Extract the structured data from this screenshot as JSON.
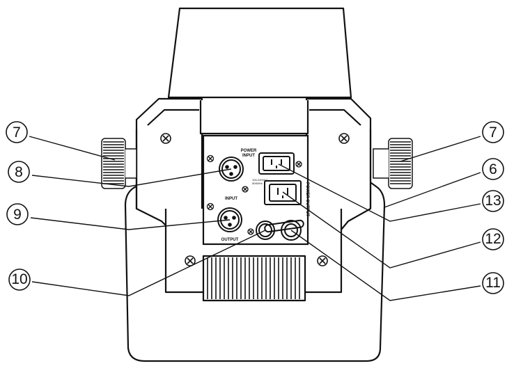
{
  "callouts": [
    {
      "id": "left-knob",
      "label": "7"
    },
    {
      "id": "input-xlr",
      "label": "8"
    },
    {
      "id": "output-xlr",
      "label": "9"
    },
    {
      "id": "fuse",
      "label": "10"
    },
    {
      "id": "right-knob",
      "label": "7"
    },
    {
      "id": "handle-frame",
      "label": "6"
    },
    {
      "id": "power-input",
      "label": "13"
    },
    {
      "id": "power-output",
      "label": "12"
    },
    {
      "id": "cable-clamp",
      "label": "11"
    }
  ],
  "panel_labels": {
    "power_input_line1": "POWER",
    "power_input_line2": "INPUT",
    "input": "INPUT",
    "output": "OUTPUT",
    "power_output": "POWER OUTPUT",
    "voltage_line1": "100-240VAC",
    "voltage_line2": "50/60Hz"
  },
  "colors": {
    "line": "#111111",
    "background": "#ffffff",
    "panel": "#ffffff"
  }
}
